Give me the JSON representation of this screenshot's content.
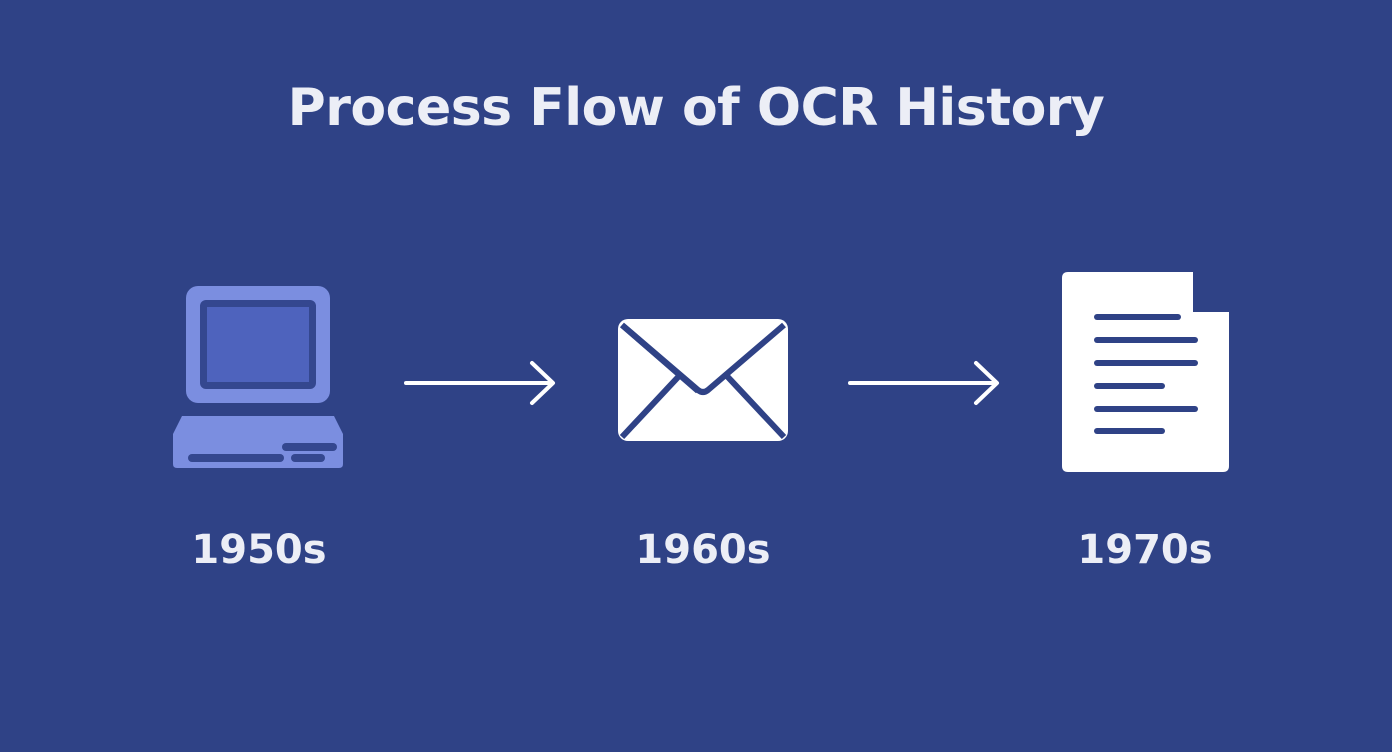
{
  "title": "Process Flow of OCR History",
  "colors": {
    "background": "#2f4286",
    "text": "#eceef6",
    "computer_icon": "#7b8ee0",
    "computer_screen": "#4e63bd",
    "white_icon": "#ffffff"
  },
  "steps": [
    {
      "icon": "computer-icon",
      "label": "1950s"
    },
    {
      "icon": "envelope-icon",
      "label": "1960s"
    },
    {
      "icon": "document-icon",
      "label": "1970s"
    }
  ],
  "connectors": [
    {
      "icon": "arrow-right-icon",
      "from": "1950s",
      "to": "1960s"
    },
    {
      "icon": "arrow-right-icon",
      "from": "1960s",
      "to": "1970s"
    }
  ]
}
